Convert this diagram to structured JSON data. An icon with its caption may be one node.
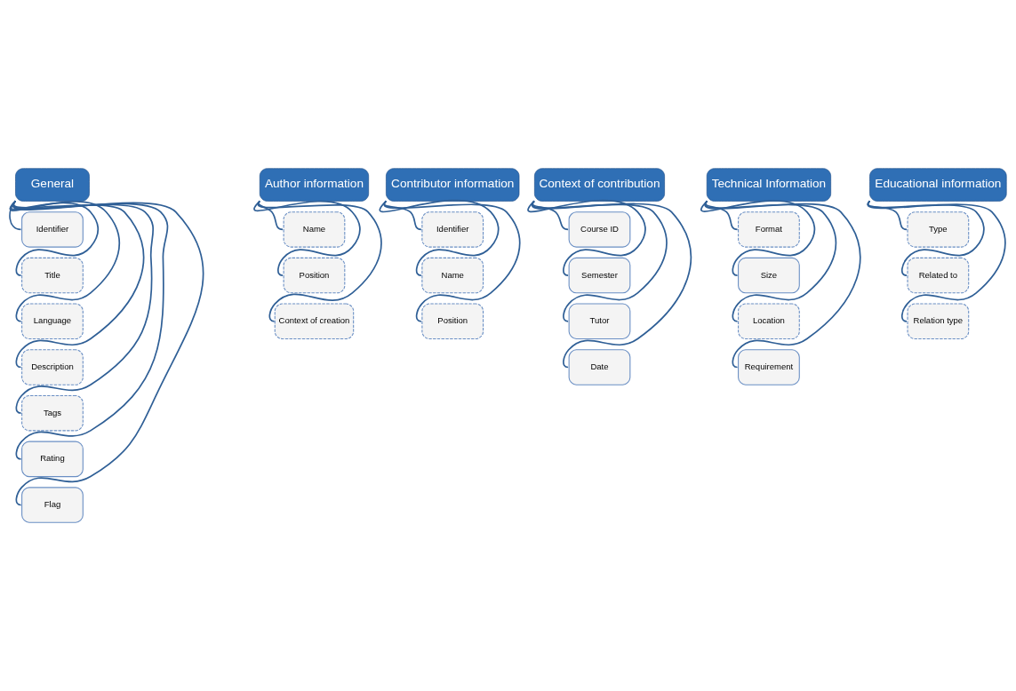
{
  "diagram": {
    "nodes": [
      {
        "text": [
          "General"
        ]
      },
      {
        "text": [
          "Identifier"
        ]
      },
      {
        "text": [
          "Title"
        ]
      },
      {
        "text": [
          "Language"
        ]
      },
      {
        "text": [
          "Description"
        ]
      },
      {
        "text": [
          "Tags"
        ]
      },
      {
        "text": [
          "Rating"
        ]
      },
      {
        "text": [
          "Flag"
        ]
      },
      {
        "text": [
          "Author information"
        ]
      },
      {
        "text": [
          "Name"
        ]
      },
      {
        "text": [
          "Position"
        ]
      },
      {
        "text": [
          "Context of creation"
        ]
      },
      {
        "text": [
          "Contributor information"
        ]
      },
      {
        "text": [
          "Identifier"
        ]
      },
      {
        "text": [
          "Name"
        ]
      },
      {
        "text": [
          "Position"
        ]
      },
      {
        "text": [
          "Context of contribution"
        ]
      },
      {
        "text": [
          "Course ID"
        ]
      },
      {
        "text": [
          "Semester"
        ]
      },
      {
        "text": [
          "Tutor"
        ]
      },
      {
        "text": [
          "Date"
        ]
      },
      {
        "text": [
          "Technical Information"
        ]
      },
      {
        "text": [
          "Format"
        ]
      },
      {
        "text": [
          "Size"
        ]
      },
      {
        "text": [
          "Location"
        ]
      },
      {
        "text": [
          "Requirement"
        ]
      },
      {
        "text": [
          "Educational information"
        ]
      },
      {
        "text": [
          "Type"
        ]
      },
      {
        "text": [
          "Related to"
        ]
      },
      {
        "text": [
          "Relation type"
        ]
      }
    ],
    "edges": [
      {
        "from": 0,
        "to": 1,
        "arrow": "none"
      },
      {
        "from": 0,
        "to": 2,
        "arrow": "none"
      },
      {
        "from": 0,
        "to": 3,
        "arrow": "none"
      },
      {
        "from": 0,
        "to": 4,
        "arrow": "none"
      },
      {
        "from": 0,
        "to": 5,
        "arrow": "none"
      },
      {
        "from": 0,
        "to": 6,
        "arrow": "none"
      },
      {
        "from": 0,
        "to": 7,
        "arrow": "none"
      },
      {
        "from": 8,
        "to": 9,
        "arrow": "none"
      },
      {
        "from": 8,
        "to": 10,
        "arrow": "none"
      },
      {
        "from": 8,
        "to": 11,
        "arrow": "none"
      },
      {
        "from": 12,
        "to": 13,
        "arrow": "none"
      },
      {
        "from": 12,
        "to": 14,
        "arrow": "none"
      },
      {
        "from": 12,
        "to": 15,
        "arrow": "none"
      },
      {
        "from": 16,
        "to": 17,
        "arrow": "none"
      },
      {
        "from": 16,
        "to": 18,
        "arrow": "none"
      },
      {
        "from": 16,
        "to": 19,
        "arrow": "none"
      },
      {
        "from": 16,
        "to": 20,
        "arrow": "none"
      },
      {
        "from": 21,
        "to": 22,
        "arrow": "none"
      },
      {
        "from": 21,
        "to": 23,
        "arrow": "none"
      },
      {
        "from": 21,
        "to": 24,
        "arrow": "none"
      },
      {
        "from": 21,
        "to": 25,
        "arrow": "none"
      },
      {
        "from": 26,
        "to": 27,
        "arrow": "none"
      },
      {
        "from": 26,
        "to": 28,
        "arrow": "none"
      },
      {
        "from": 26,
        "to": 29,
        "arrow": "none"
      }
    ]
  }
}
